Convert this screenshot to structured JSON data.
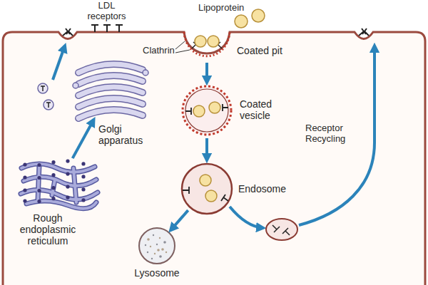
{
  "diagram": {
    "nodes": [
      {
        "text": [
          "Coated pit"
        ]
      },
      {
        "text": [
          "Golgi apparatus"
        ]
      },
      {
        "text": [
          "Coated vesicle"
        ]
      },
      {
        "text": [
          "Endosome"
        ]
      },
      {
        "text": [
          "Rough endoplasmic reticulum"
        ]
      },
      {
        "text": [
          "Lysosome"
        ]
      }
    ],
    "edges": [
      {
        "from": 4,
        "to": 1,
        "arrow": "to"
      },
      {
        "from": 0,
        "to": 2,
        "arrow": "to"
      },
      {
        "from": 2,
        "to": 3,
        "arrow": "to"
      },
      {
        "from": 3,
        "to": 5,
        "arrow": "to"
      }
    ],
    "labels": [
      "LDL receptors",
      "Lipoprotein",
      "Clathrin",
      "Receptor Recycling"
    ]
  }
}
